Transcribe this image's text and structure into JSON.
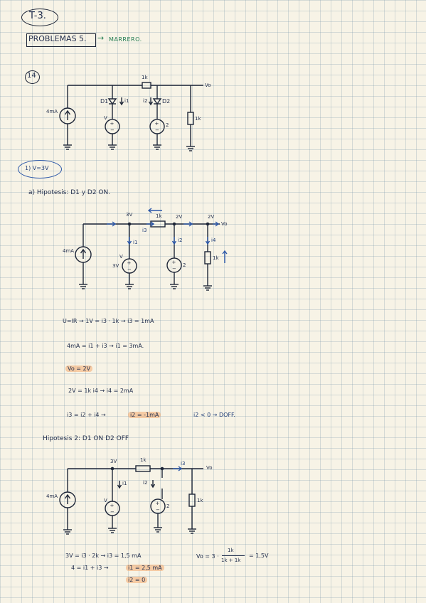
{
  "header": {
    "label": "T-3."
  },
  "title": {
    "box_text": "PROBLEMAS 5.",
    "arrow": "→",
    "author": "MARRERO."
  },
  "problem_number": "14",
  "circuit_main": {
    "resistor_top": "1k",
    "output": "Vo",
    "source_current": "4mA",
    "d1": "D1",
    "i1": "i1",
    "i2": "i2",
    "d2": "D2",
    "v_source": "V",
    "v2_value": "2",
    "r_load": "1k"
  },
  "case_1": {
    "label": "1) V=3V"
  },
  "hyp_a": {
    "text": "a) Hipotesis:  D1 y D2  ON."
  },
  "circuit_a": {
    "node1": "3V",
    "resistor": "1k",
    "node2": "2V",
    "node3": "2V",
    "output": "Vo",
    "i3": "i3",
    "i1": "i1",
    "i2": "i2",
    "i4": "i4",
    "source_current": "4mA",
    "v_label": "V",
    "v_value": "3V",
    "v2_value": "2",
    "r_load": "1k"
  },
  "equations_a": {
    "line1": "U=IR →   1V = i3 · 1k → i3 = 1mA",
    "line2": "4mA = i1 + i3  →   i1 = 3mA.",
    "line3": "Vo = 2V",
    "line4": "2V = 1k i4 →   i4 = 2mA",
    "line5_left": "i3 = i2 + i4  → ",
    "line5_hl": "i2 = -1mA",
    "line5_right": "i2 < 0  →  DOFF."
  },
  "hyp_2": {
    "text": "Hipotesis 2:  D1 ON   D2 OFF"
  },
  "circuit_b": {
    "node1": "3V",
    "resistor": "1k",
    "i3": "i3",
    "output": "Vo",
    "i1": "i1",
    "i2": "i2",
    "source_current": "4mA",
    "v_label": "V",
    "v2_value": "2",
    "r_load": "1k"
  },
  "equations_b": {
    "line1": "3V = i3 · 2k → i3 = 1,5 mA",
    "line2_left": "4 = i1 + i3  →  ",
    "line2_hl": "i1 = 2,5 mA",
    "line3_hl": "i2 = 0",
    "vo_left": "Vo = 3 · ",
    "vo_num": "1k",
    "vo_den": "1k + 1k",
    "vo_right": "= 1,5V"
  }
}
